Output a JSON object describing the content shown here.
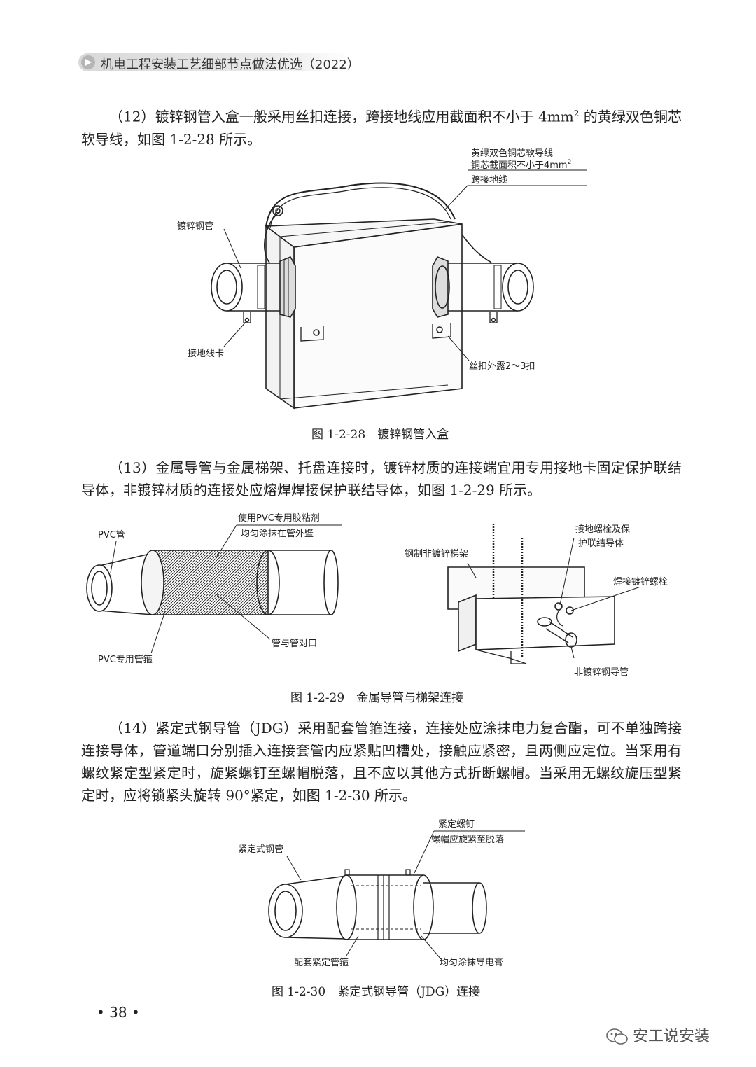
{
  "header": {
    "title": "机电工程安装工艺细部节点做法优选（2022）"
  },
  "paragraphs": {
    "p12_a": "（12）镀锌钢管入盒一般采用丝扣连接，跨接地线应用截面积不小于 4mm",
    "p12_sup": "2",
    "p12_b": " 的黄绿双色铜芯软导线，如图 1-2-28 所示。",
    "p13": "（13）金属导管与金属梯架、托盘连接时，镀锌材质的连接端宜用专用接地卡固定保护联结导体，非镀锌材质的连接处应熔焊焊接保护联结导体，如图 1-2-29 所示。",
    "p14": "（14）紧定式钢导管（JDG）采用配套管箍连接，连接处应涂抹电力复合酯，可不单独跨接连接导体，管道端口分别插入连接套管内应紧贴凹槽处，接触应紧密，且两侧应定位。当采用有螺纹紧定型紧定时，旋紧螺钉至螺帽脱落，且不应以其他方式折断螺帽。当采用无螺纹旋压型紧定时，应将锁紧头旋转 90°紧定，如图 1-2-30 所示。"
  },
  "fig28": {
    "caption": "图 1-2-28　镀锌钢管入盒",
    "label_wire_1": "黄绿双色铜芯软导线",
    "label_wire_2": "铜芯截面积不小于4mm",
    "label_wire_sup": "2",
    "label_wire_3": "跨接地线",
    "label_pipe": "镀锌钢管",
    "label_clamp": "接地线卡",
    "label_thread": "丝扣外露2～3扣"
  },
  "fig29": {
    "caption": "图 1-2-29　金属导管与梯架连接",
    "label_pvc": "PVC管",
    "label_glue_1": "使用PVC专用胶粘剂",
    "label_glue_2": "均匀涂抹在管外壁",
    "label_joint": "管与管对口",
    "label_hoop": "PVC专用管箍",
    "label_tray": "钢制非镀锌梯架",
    "label_bolt_1": "接地螺栓及保",
    "label_bolt_2": "护联结导体",
    "label_weld": "焊接镀锌螺栓",
    "label_steel": "非镀锌钢导管"
  },
  "fig30": {
    "caption": "图 1-2-30　紧定式钢导管（JDG）连接",
    "label_screw_1": "紧定螺钉",
    "label_screw_2": "螺帽应旋紧至脱落",
    "label_pipe": "紧定式钢管",
    "label_hoop": "配套紧定管箍",
    "label_paste": "均匀涂抹导电膏"
  },
  "footer": {
    "page_number": "• 38 •",
    "watermark": "安工说安装"
  }
}
